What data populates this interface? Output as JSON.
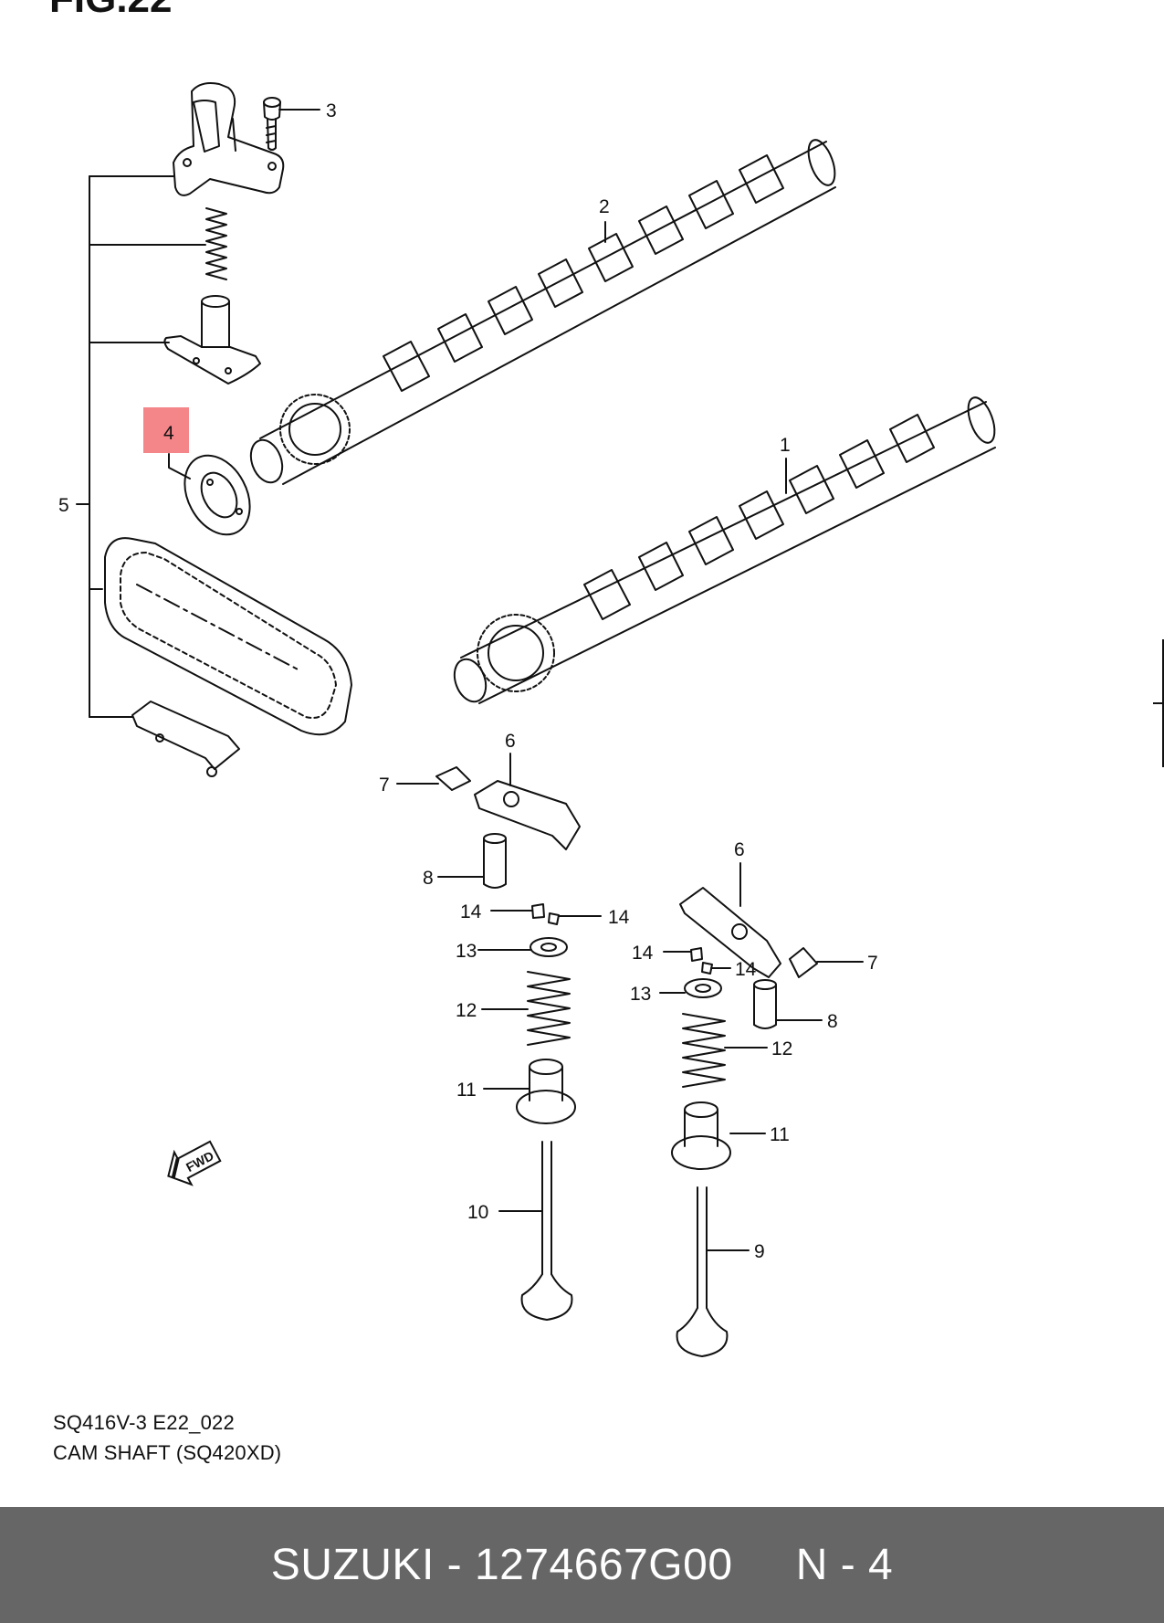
{
  "figure": {
    "title": "FIG.22",
    "caption_code": "SQ416V-3 E22_022",
    "caption_title": "CAM SHAFT (SQ420XD)"
  },
  "callouts": {
    "c1": "1",
    "c2": "2",
    "c3": "3",
    "c4": "4",
    "c5": "5",
    "c6a": "6",
    "c6b": "6",
    "c7a": "7",
    "c7b": "7",
    "c8a": "8",
    "c8b": "8",
    "c9": "9",
    "c10": "10",
    "c11a": "11",
    "c11b": "11",
    "c12a": "12",
    "c12b": "12",
    "c13a": "13",
    "c13b": "13",
    "c14a": "14",
    "c14b": "14",
    "c14c": "14",
    "c14d": "14"
  },
  "highlight": {
    "part": "4",
    "color": "#f4868a"
  },
  "fwd_icon": {
    "text": "FWD"
  },
  "footer": {
    "brand": "SUZUKI",
    "separator": " - ",
    "part_number": "1274667G00",
    "position": "N - 4",
    "background": "#666666"
  }
}
